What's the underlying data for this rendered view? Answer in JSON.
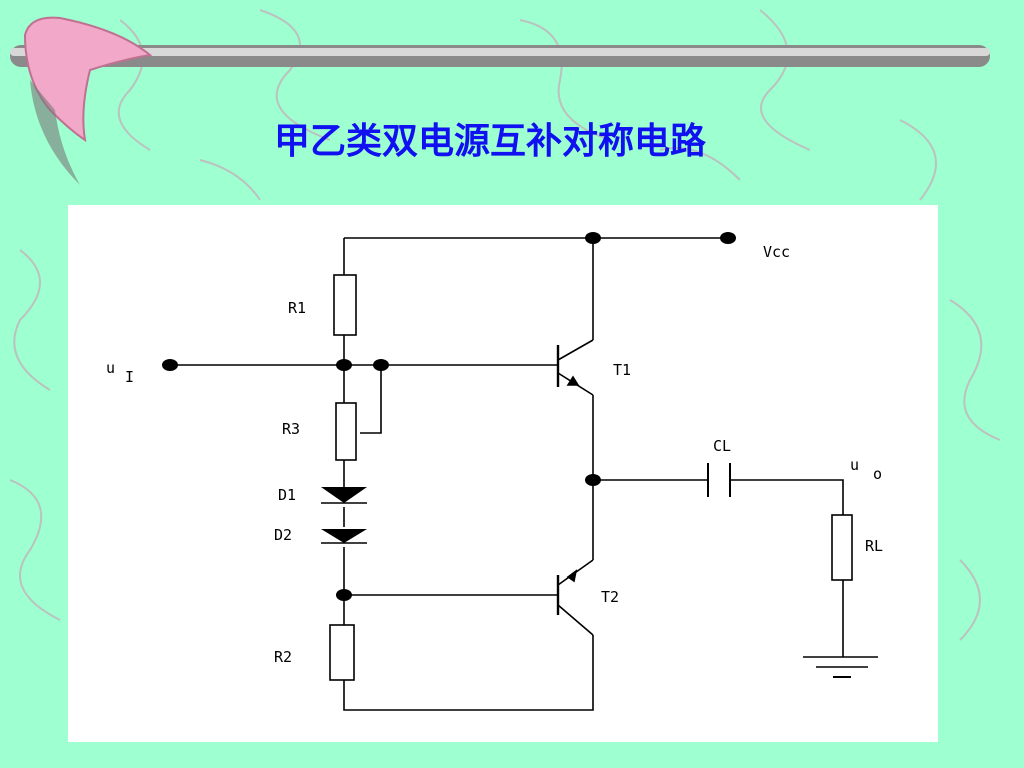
{
  "title": "甲乙类双电源互补对称电路",
  "colors": {
    "background": "#9effd0",
    "title": "#1010f0",
    "panel": "#ffffff"
  },
  "circuit": {
    "vcc_label": "Vcc",
    "input_label": "u",
    "input_sub": "I",
    "output_label": "u",
    "output_sub": "o",
    "r1": "R1",
    "r2": "R2",
    "r3": "R3",
    "d1": "D1",
    "d2": "D2",
    "t1": "T1",
    "t2": "T2",
    "cl": "CL",
    "rl": "RL"
  }
}
